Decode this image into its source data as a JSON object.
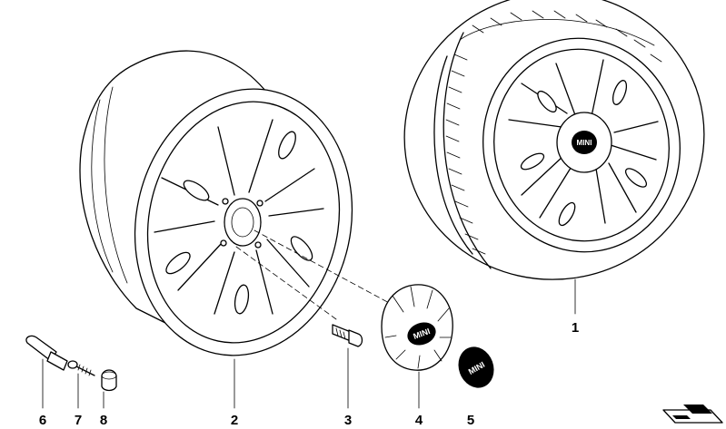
{
  "parts": [
    {
      "number": "1",
      "name": "complete-wheel-with-tyre"
    },
    {
      "number": "2",
      "name": "light-alloy-rim"
    },
    {
      "number": "3",
      "name": "wheel-bolt"
    },
    {
      "number": "4",
      "name": "hub-cap"
    },
    {
      "number": "5",
      "name": "emblem"
    },
    {
      "number": "6",
      "name": "valve"
    },
    {
      "number": "7",
      "name": "valve-insert"
    },
    {
      "number": "8",
      "name": "valve-cap"
    }
  ],
  "logo_text": "MINI",
  "icons": [
    "sheet-corner-icon"
  ]
}
